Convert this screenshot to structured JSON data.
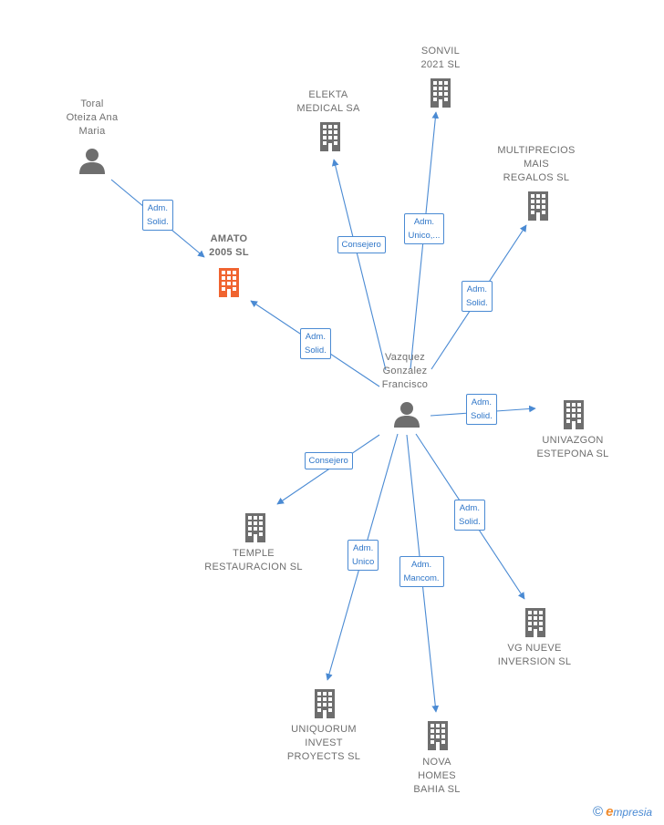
{
  "colors": {
    "edge": "#4a8ad3",
    "building": "#6e6e6e",
    "highlight": "#f06430",
    "person": "#6e6e6e"
  },
  "nodes": [
    {
      "id": "toral",
      "type": "person",
      "label": "Toral\nOteiza Ana\nMaria"
    },
    {
      "id": "amato",
      "type": "building",
      "label": "AMATO\n2005  SL",
      "highlight": true
    },
    {
      "id": "elekta",
      "type": "building",
      "label": "ELEKTA\nMEDICAL SA"
    },
    {
      "id": "sonvil",
      "type": "building",
      "label": "SONVIL\n2021  SL"
    },
    {
      "id": "multi",
      "type": "building",
      "label": "MULTIPRECIOS\nMAIS\nREGALOS SL"
    },
    {
      "id": "vazquez",
      "type": "person",
      "label": "Vazquez\nGonzalez\nFrancisco"
    },
    {
      "id": "univaz",
      "type": "building",
      "label": "UNIVAZGON\nESTEPONA  SL"
    },
    {
      "id": "temple",
      "type": "building",
      "label": "TEMPLE\nRESTAURACION SL"
    },
    {
      "id": "vgnueve",
      "type": "building",
      "label": "VG NUEVE\nINVERSION  SL"
    },
    {
      "id": "uniq",
      "type": "building",
      "label": "UNIQUORUM\nINVEST\nPROYECTS  SL"
    },
    {
      "id": "nova",
      "type": "building",
      "label": "NOVA\nHOMES\nBAHIA  SL"
    }
  ],
  "edges": [
    {
      "from": "toral",
      "to": "amato",
      "label": "Adm.\nSolid."
    },
    {
      "from": "vazquez",
      "to": "amato",
      "label": "Adm.\nSolid."
    },
    {
      "from": "vazquez",
      "to": "elekta",
      "label": "Consejero"
    },
    {
      "from": "vazquez",
      "to": "sonvil",
      "label": "Adm.\nUnico,..."
    },
    {
      "from": "vazquez",
      "to": "multi",
      "label": "Adm.\nSolid."
    },
    {
      "from": "vazquez",
      "to": "univaz",
      "label": "Adm.\nSolid."
    },
    {
      "from": "vazquez",
      "to": "temple",
      "label": "Consejero"
    },
    {
      "from": "vazquez",
      "to": "vgnueve",
      "label": "Adm.\nSolid."
    },
    {
      "from": "vazquez",
      "to": "uniq",
      "label": "Adm.\nUnico"
    },
    {
      "from": "vazquez",
      "to": "nova",
      "label": "Adm.\nMancom."
    }
  ],
  "brand": {
    "copyright": "©",
    "initial": "e",
    "name": "mpresia"
  }
}
